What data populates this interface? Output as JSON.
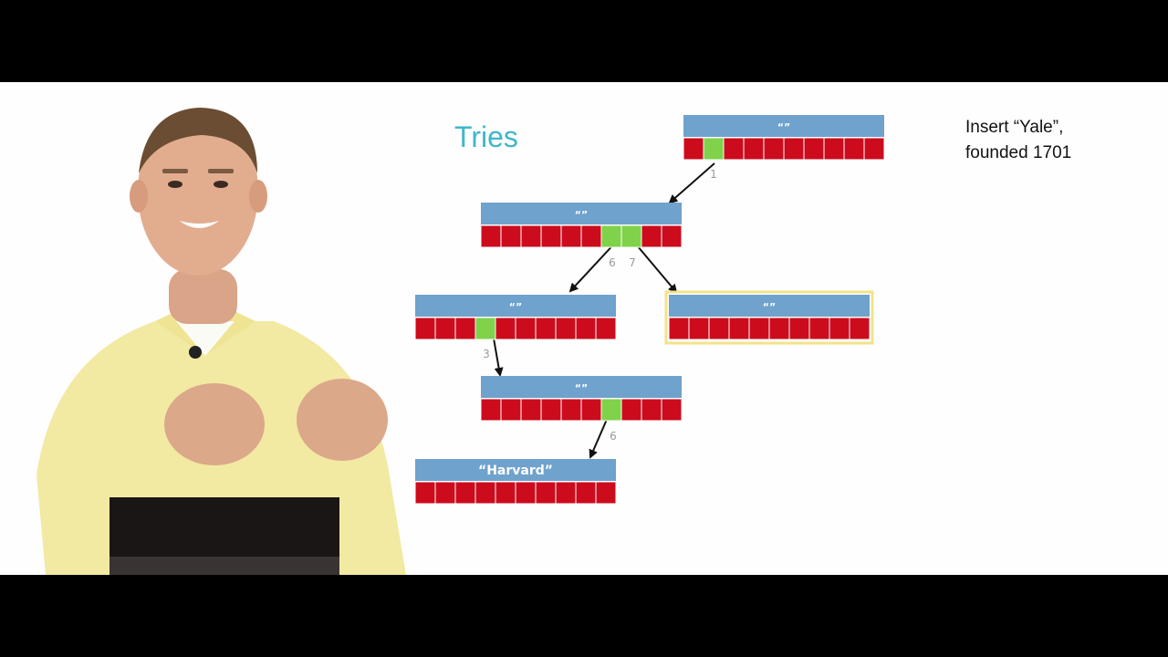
{
  "slide": {
    "title": "Tries",
    "note_line1": "Insert “Yale”,",
    "note_line2": "founded 1701"
  },
  "trie_nodes": [
    {
      "id": "root",
      "label": "“”",
      "highlight": [
        1
      ],
      "selected": false
    },
    {
      "id": "n1",
      "label": "“”",
      "highlight": [
        6,
        7
      ],
      "selected": false
    },
    {
      "id": "n16",
      "label": "“”",
      "highlight": [
        3
      ],
      "selected": false
    },
    {
      "id": "n17",
      "label": "“”",
      "highlight": [],
      "selected": true
    },
    {
      "id": "n163",
      "label": "“”",
      "highlight": [
        6
      ],
      "selected": false
    },
    {
      "id": "harvard",
      "label": "“Harvard”",
      "highlight": [],
      "selected": false
    }
  ],
  "edges": [
    {
      "from": "root",
      "to": "n1",
      "label": "1"
    },
    {
      "from": "n1",
      "to": "n16",
      "label": "6"
    },
    {
      "from": "n1",
      "to": "n17",
      "label": "7"
    },
    {
      "from": "n16",
      "to": "n163",
      "label": "3"
    },
    {
      "from": "n163",
      "to": "harvard",
      "label": "6"
    }
  ],
  "colors": {
    "header": "#6fa2cc",
    "cell": "#cc0b1d",
    "cell_active": "#7fd24a",
    "selected_border": "#f2e38a",
    "edge_label": "#999999",
    "title": "#3fb7c9"
  }
}
